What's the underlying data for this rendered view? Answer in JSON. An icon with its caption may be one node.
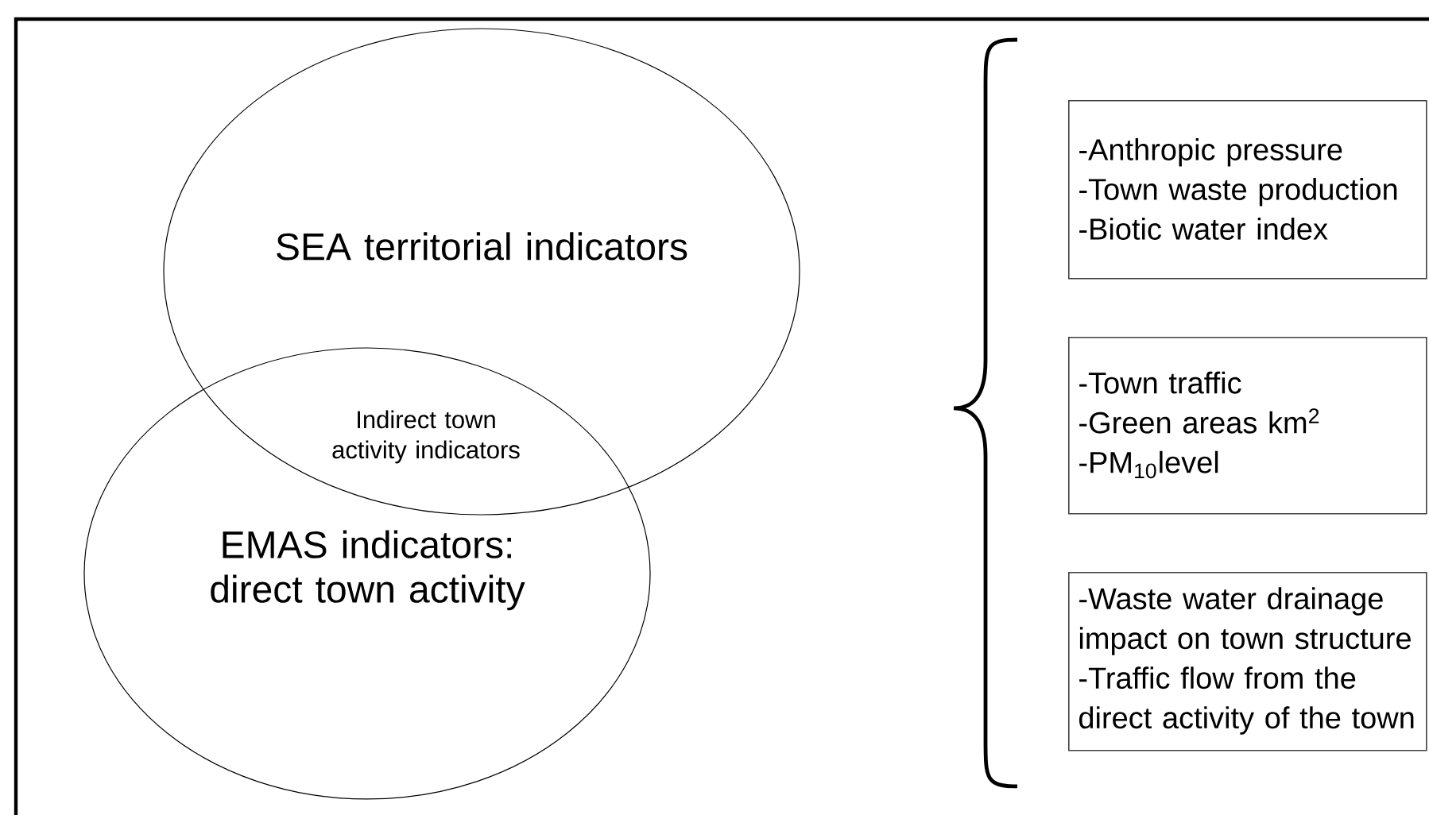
{
  "diagram": {
    "nodes": [
      {
        "text": [
          "SEA territorial indicators"
        ]
      },
      {
        "text": [
          "EMAS indicators: direct town activity"
        ]
      },
      {
        "text": [
          "-Anthropic pressure",
          "-Town waste production",
          "-Biotic water index"
        ]
      },
      {
        "text": [
          "-Town traffic",
          "-Green areas km$^{2}$",
          "-PM$_{10}$level"
        ]
      },
      {
        "text": [
          "-Waste water drainage impact on town structure",
          "-Traffic flow from the direct activity of the town"
        ]
      }
    ],
    "edges": [],
    "labels": [
      "Indirect town activity indicators"
    ]
  }
}
